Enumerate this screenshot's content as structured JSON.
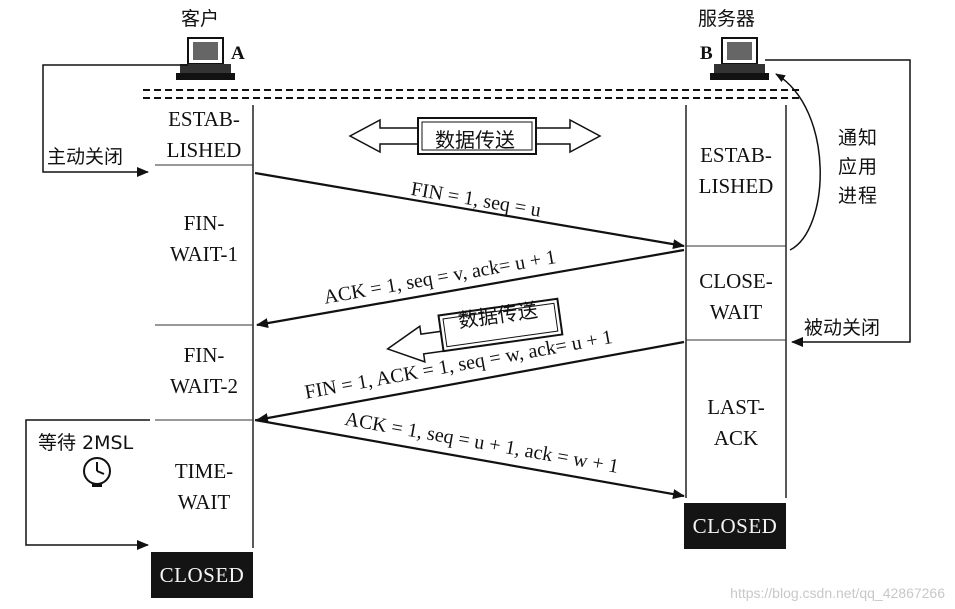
{
  "client": {
    "title": "客户",
    "letter": "A",
    "active_close": "主动关闭",
    "wait_2msl": "等待 2MSL"
  },
  "server": {
    "title": "服务器",
    "letter": "B",
    "passive_close": "被动关闭",
    "notify": [
      "通",
      "知",
      "应",
      "用",
      "进",
      "程"
    ]
  },
  "data_transfer": "数据传送",
  "client_states": [
    [
      "ESTAB-",
      "LISHED"
    ],
    [
      "FIN-",
      "WAIT-1"
    ],
    [
      "FIN-",
      "WAIT-2"
    ],
    [
      "TIME-",
      "WAIT"
    ]
  ],
  "client_closed": "CLOSED",
  "server_states": [
    [
      "ESTAB-",
      "LISHED"
    ],
    [
      "CLOSE-",
      "WAIT"
    ],
    [
      "LAST-",
      "ACK"
    ]
  ],
  "server_closed": "CLOSED",
  "messages": [
    "FIN = 1, seq = u",
    "ACK = 1, seq = v, ack= u + 1",
    "FIN = 1, ACK = 1, seq = w, ack= u + 1",
    "ACK = 1, seq = u + 1, ack = w + 1"
  ],
  "watermark": "https://blog.csdn.net/qq_42867266"
}
